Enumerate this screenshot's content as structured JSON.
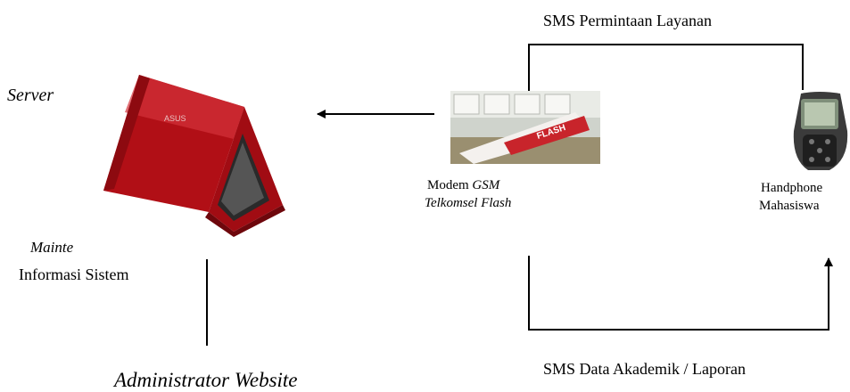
{
  "labels": {
    "sms_request": "SMS Permintaan Layanan",
    "server": "Server",
    "modem_line1_plain": "Modem ",
    "modem_line1_italic": "GSM",
    "modem_line2": "Telkomsel Flash",
    "handphone_line1": "Handphone",
    "handphone_line2": "Mahasiswa",
    "mainte": "Mainte",
    "informasi": "Informasi Sistem",
    "administrator": "Administrator Website",
    "sms_data": "SMS Data Akademik / Laporan"
  },
  "images": {
    "laptop": "laptop-icon",
    "modem": "usb-modem-icon",
    "phone": "mobile-phone-icon"
  },
  "laptop_brand": "ASUS",
  "modem_brand": "FLASH"
}
